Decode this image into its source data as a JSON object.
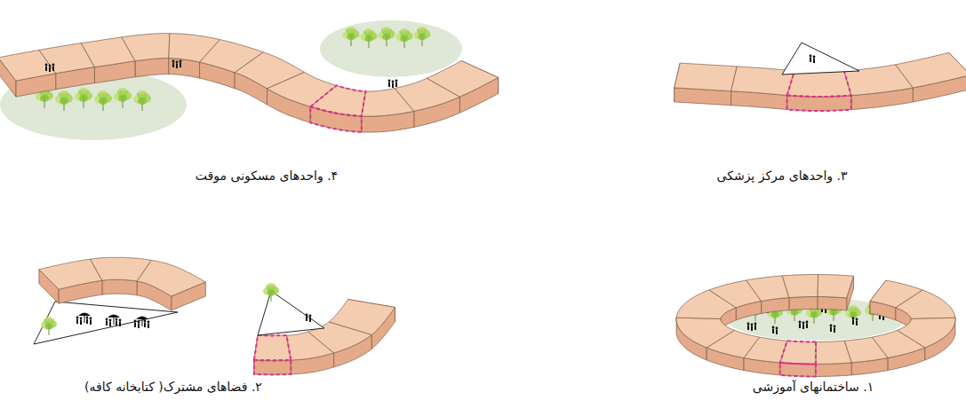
{
  "diagram": {
    "labels": [
      "۴. واحدهای مسکونی موقت",
      "۳. واحدهای مرکز پزشکی",
      "۲. فضاهای مشترک( کتابخانه کافه)",
      "۱. ساختمانهای آموزشی"
    ]
  }
}
